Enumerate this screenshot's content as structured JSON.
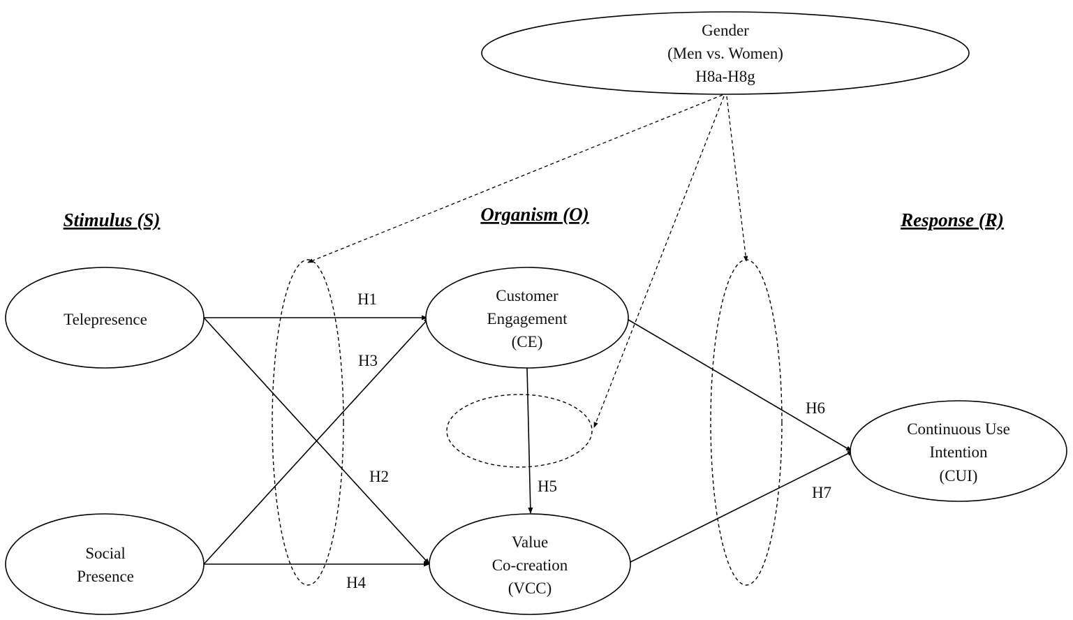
{
  "headers": {
    "stimulus": "Stimulus (S)",
    "organism": "Organism (O)",
    "response": "Response (R)"
  },
  "nodes": {
    "gender": [
      "Gender",
      "(Men vs. Women)",
      "H8a-H8g"
    ],
    "telepresence": [
      "Telepresence"
    ],
    "social_presence": [
      "Social",
      "Presence"
    ],
    "customer_engagement": [
      "Customer",
      "Engagement",
      "(CE)"
    ],
    "value_cocreation": [
      "Value",
      "Co-creation",
      "(VCC)"
    ],
    "continuous_use": [
      "Continuous Use",
      "Intention",
      "(CUI)"
    ]
  },
  "hypotheses": {
    "h1": "H1",
    "h2": "H2",
    "h3": "H3",
    "h4": "H4",
    "h5": "H5",
    "h6": "H6",
    "h7": "H7"
  }
}
